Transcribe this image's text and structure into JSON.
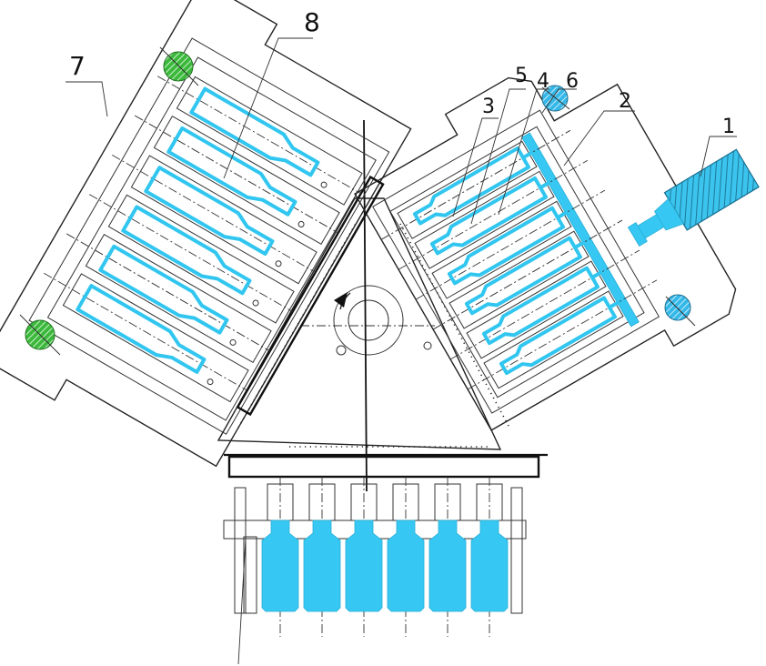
{
  "labels": [
    {
      "key": "label-1",
      "text": "1"
    },
    {
      "key": "label-2",
      "text": "2"
    },
    {
      "key": "label-3",
      "text": "3"
    },
    {
      "key": "label-4",
      "text": "4"
    },
    {
      "key": "label-5",
      "text": "5"
    },
    {
      "key": "label-6",
      "text": "6"
    },
    {
      "key": "label-7",
      "text": "7"
    },
    {
      "key": "label-8",
      "text": "8"
    }
  ],
  "colors": {
    "preform_blue": "#31c6f0",
    "guide_pillar_green": "#37b437",
    "line": "#222222"
  }
}
